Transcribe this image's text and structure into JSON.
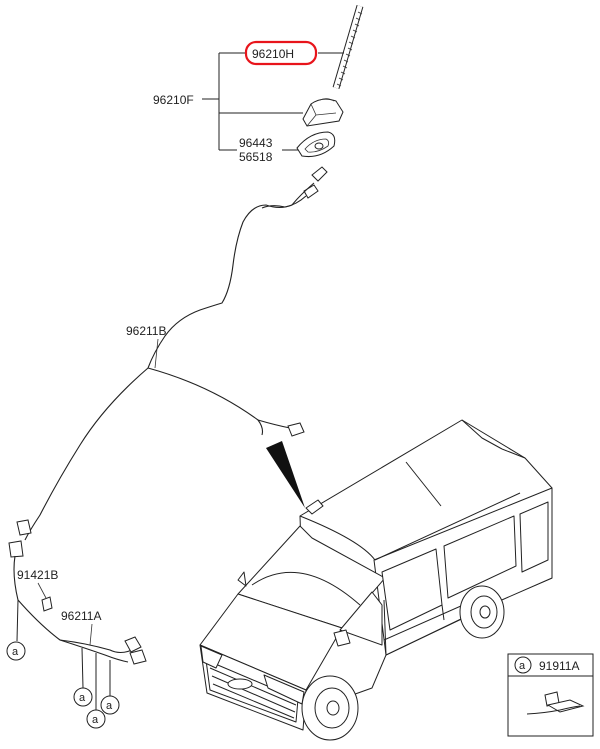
{
  "labels": {
    "antenna_pole": "96210H",
    "antenna_assy": "96210F",
    "gasket_a": "96443",
    "gasket_b": "56518",
    "feeder_cable": "96211B",
    "clip": "91421B",
    "extension_cable": "96211A",
    "ref_box_part": "91911A"
  },
  "ref_marker": "a",
  "highlight_color": "#e8141b"
}
